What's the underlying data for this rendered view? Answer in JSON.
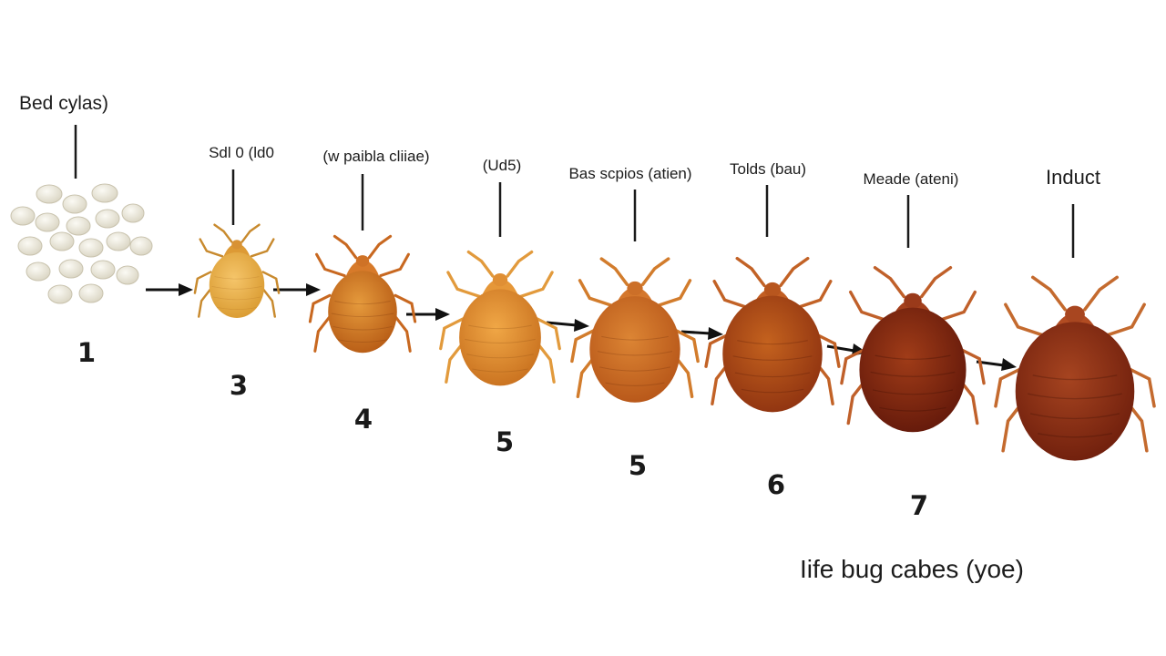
{
  "stages": [
    {
      "label": "Bed cylas)",
      "number": "1"
    },
    {
      "label": "Sdl 0 (ld0",
      "number": "3"
    },
    {
      "label": "(w paibla cliiae)",
      "number": "4"
    },
    {
      "label": "(Ud5)",
      "number": "5"
    },
    {
      "label": "Bas scpios (atien)",
      "number": "5"
    },
    {
      "label": "Tolds (bau)",
      "number": "6"
    },
    {
      "label": "Meade (ateni)",
      "number": "7"
    },
    {
      "label": "Induct",
      "number": ""
    }
  ],
  "caption": "Iife bug cabes (yoe)",
  "colors": {
    "egg": "#ece8dc",
    "bug_light": "#e8a63c",
    "bug_dark": "#6e1b0a",
    "line": "#1a1a1a"
  },
  "icons": [
    "egg-cluster-icon",
    "bed-bug-icon",
    "arrow-right-icon"
  ]
}
